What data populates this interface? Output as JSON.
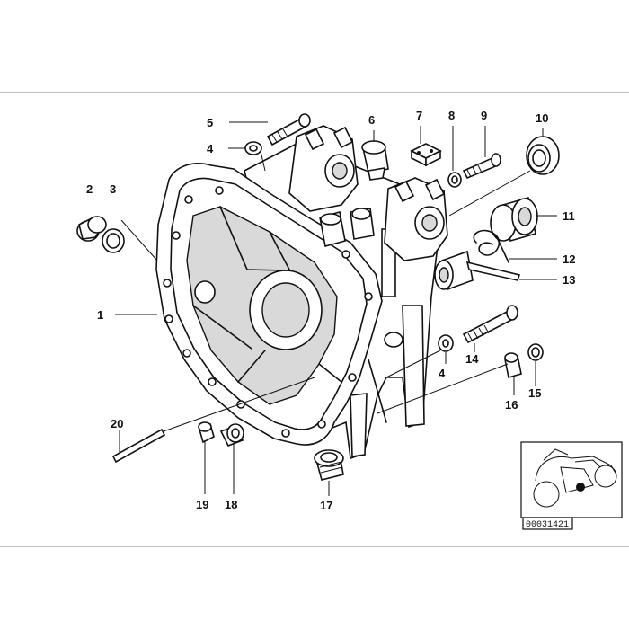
{
  "diagram": {
    "callouts": [
      {
        "id": "1",
        "label": "1"
      },
      {
        "id": "2",
        "label": "2"
      },
      {
        "id": "3",
        "label": "3"
      },
      {
        "id": "4a",
        "label": "4"
      },
      {
        "id": "4b",
        "label": "4"
      },
      {
        "id": "5",
        "label": "5"
      },
      {
        "id": "6",
        "label": "6"
      },
      {
        "id": "7",
        "label": "7"
      },
      {
        "id": "8",
        "label": "8"
      },
      {
        "id": "9",
        "label": "9"
      },
      {
        "id": "10",
        "label": "10"
      },
      {
        "id": "11",
        "label": "11"
      },
      {
        "id": "12",
        "label": "12"
      },
      {
        "id": "13",
        "label": "13"
      },
      {
        "id": "14",
        "label": "14"
      },
      {
        "id": "15",
        "label": "15"
      },
      {
        "id": "16",
        "label": "16"
      },
      {
        "id": "17",
        "label": "17"
      },
      {
        "id": "18",
        "label": "18"
      },
      {
        "id": "19",
        "label": "19"
      },
      {
        "id": "20",
        "label": "20"
      }
    ],
    "reference_number": "00031421"
  }
}
